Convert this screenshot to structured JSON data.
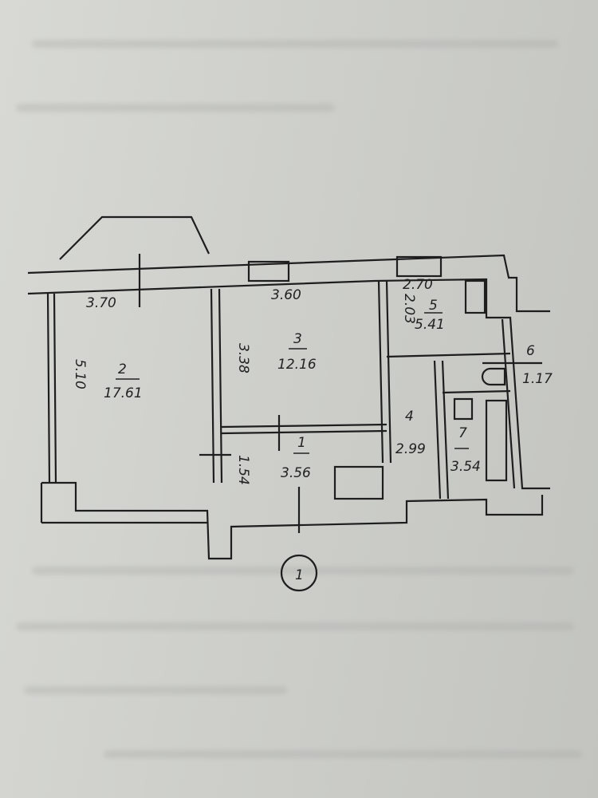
{
  "plan": {
    "rooms": [
      {
        "number": "1",
        "area": "3.56"
      },
      {
        "number": "2",
        "area": "17.61"
      },
      {
        "number": "3",
        "area": "12.16"
      },
      {
        "number": "4",
        "area": "2.99"
      },
      {
        "number": "5",
        "area": "5.41"
      },
      {
        "number": "6",
        "area": "1.17"
      },
      {
        "number": "7",
        "area": "3.54"
      }
    ],
    "dimensions": {
      "room2_width": "3.70",
      "room2_length": "5.10",
      "room3_width": "3.60",
      "room3_length": "3.38",
      "room5_width": "2.70",
      "room5_length": "2.03",
      "room1_length": "1.54"
    },
    "section_marker": "1"
  }
}
